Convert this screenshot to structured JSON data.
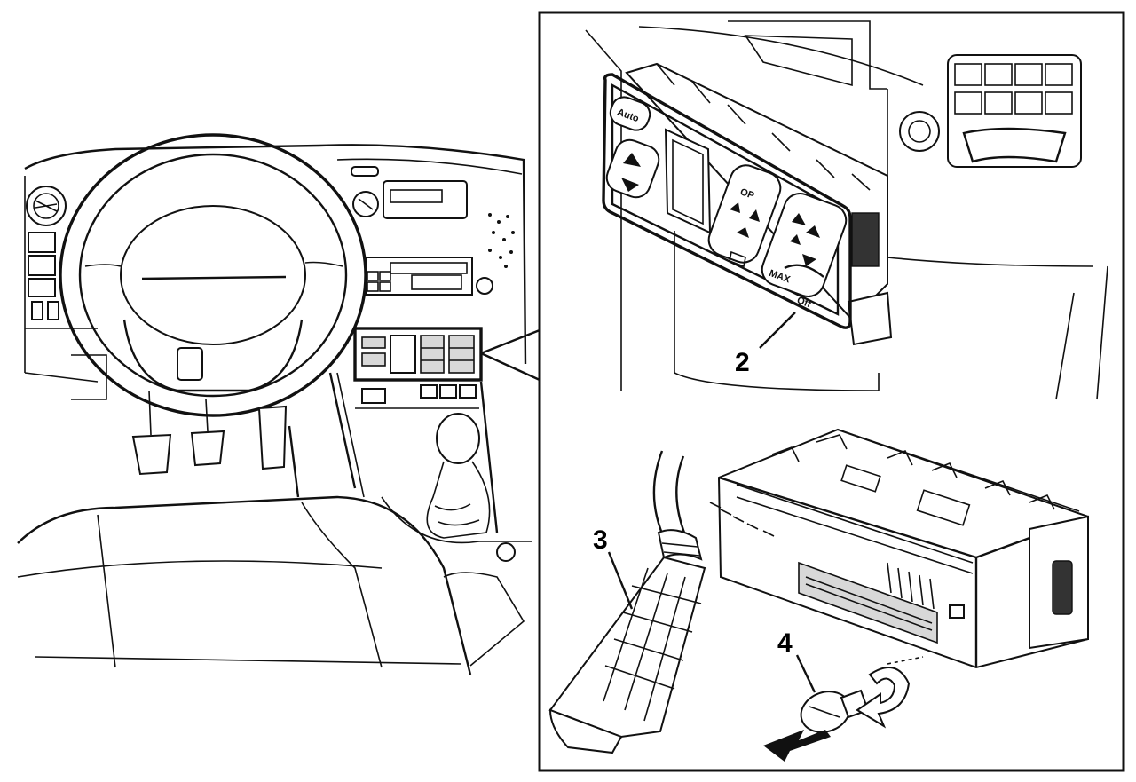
{
  "labels": {
    "callout_2": "2",
    "callout_3": "3",
    "callout_4": "4",
    "button_auto": "Auto",
    "button_off": "Off"
  },
  "icons": [
    "arrow-up-icon",
    "arrow-down-icon",
    "defrost-icon",
    "rotation-arrow-icon",
    "removal-arrow-icon"
  ],
  "colors": {
    "ink": "#111111",
    "background": "#ffffff"
  }
}
